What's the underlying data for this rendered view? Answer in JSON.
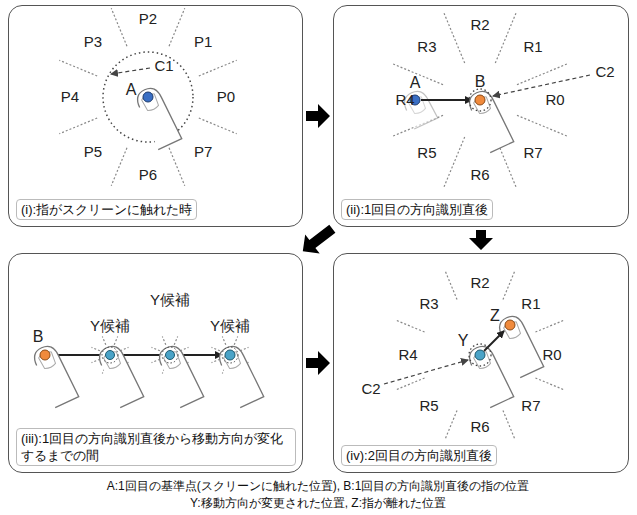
{
  "diagram": {
    "nodes": [
      {
        "text": [
          "(i):指がスクリーンに触れた時"
        ]
      },
      {
        "text": [
          "(ii):1回目の方向識別直後"
        ]
      },
      {
        "text": [
          "(iii):1回目の方向識別直後から移動方向が変化するまでの間"
        ]
      },
      {
        "text": [
          "(iv):2回目の方向識別直後"
        ]
      }
    ],
    "edges": [
      {
        "from": 0,
        "to": 1,
        "arrow": "to"
      },
      {
        "from": 1,
        "to": 2,
        "arrow": "to"
      },
      {
        "from": 1,
        "to": 3,
        "arrow": "to"
      },
      {
        "from": 2,
        "to": 3,
        "arrow": "to"
      }
    ],
    "labels": [
      "P0",
      "P1",
      "P2",
      "P3",
      "P4",
      "P5",
      "P6",
      "P7",
      "C1",
      "A",
      "R0",
      "R1",
      "R2",
      "R3",
      "R4",
      "R5",
      "R6",
      "R7",
      "A",
      "B",
      "C2",
      "Y候補",
      "Y候補",
      "Y候補",
      "B",
      "R0",
      "R1",
      "R2",
      "R3",
      "R4",
      "R5",
      "R6",
      "R7",
      "Y",
      "Z",
      "C2",
      "A:1回目の基準点(スクリーンに触れた位置), B:1回目の方向識別直後の指の位置",
      "Y:移動方向が変更された位置, Z:指が離れた位置"
    ]
  }
}
